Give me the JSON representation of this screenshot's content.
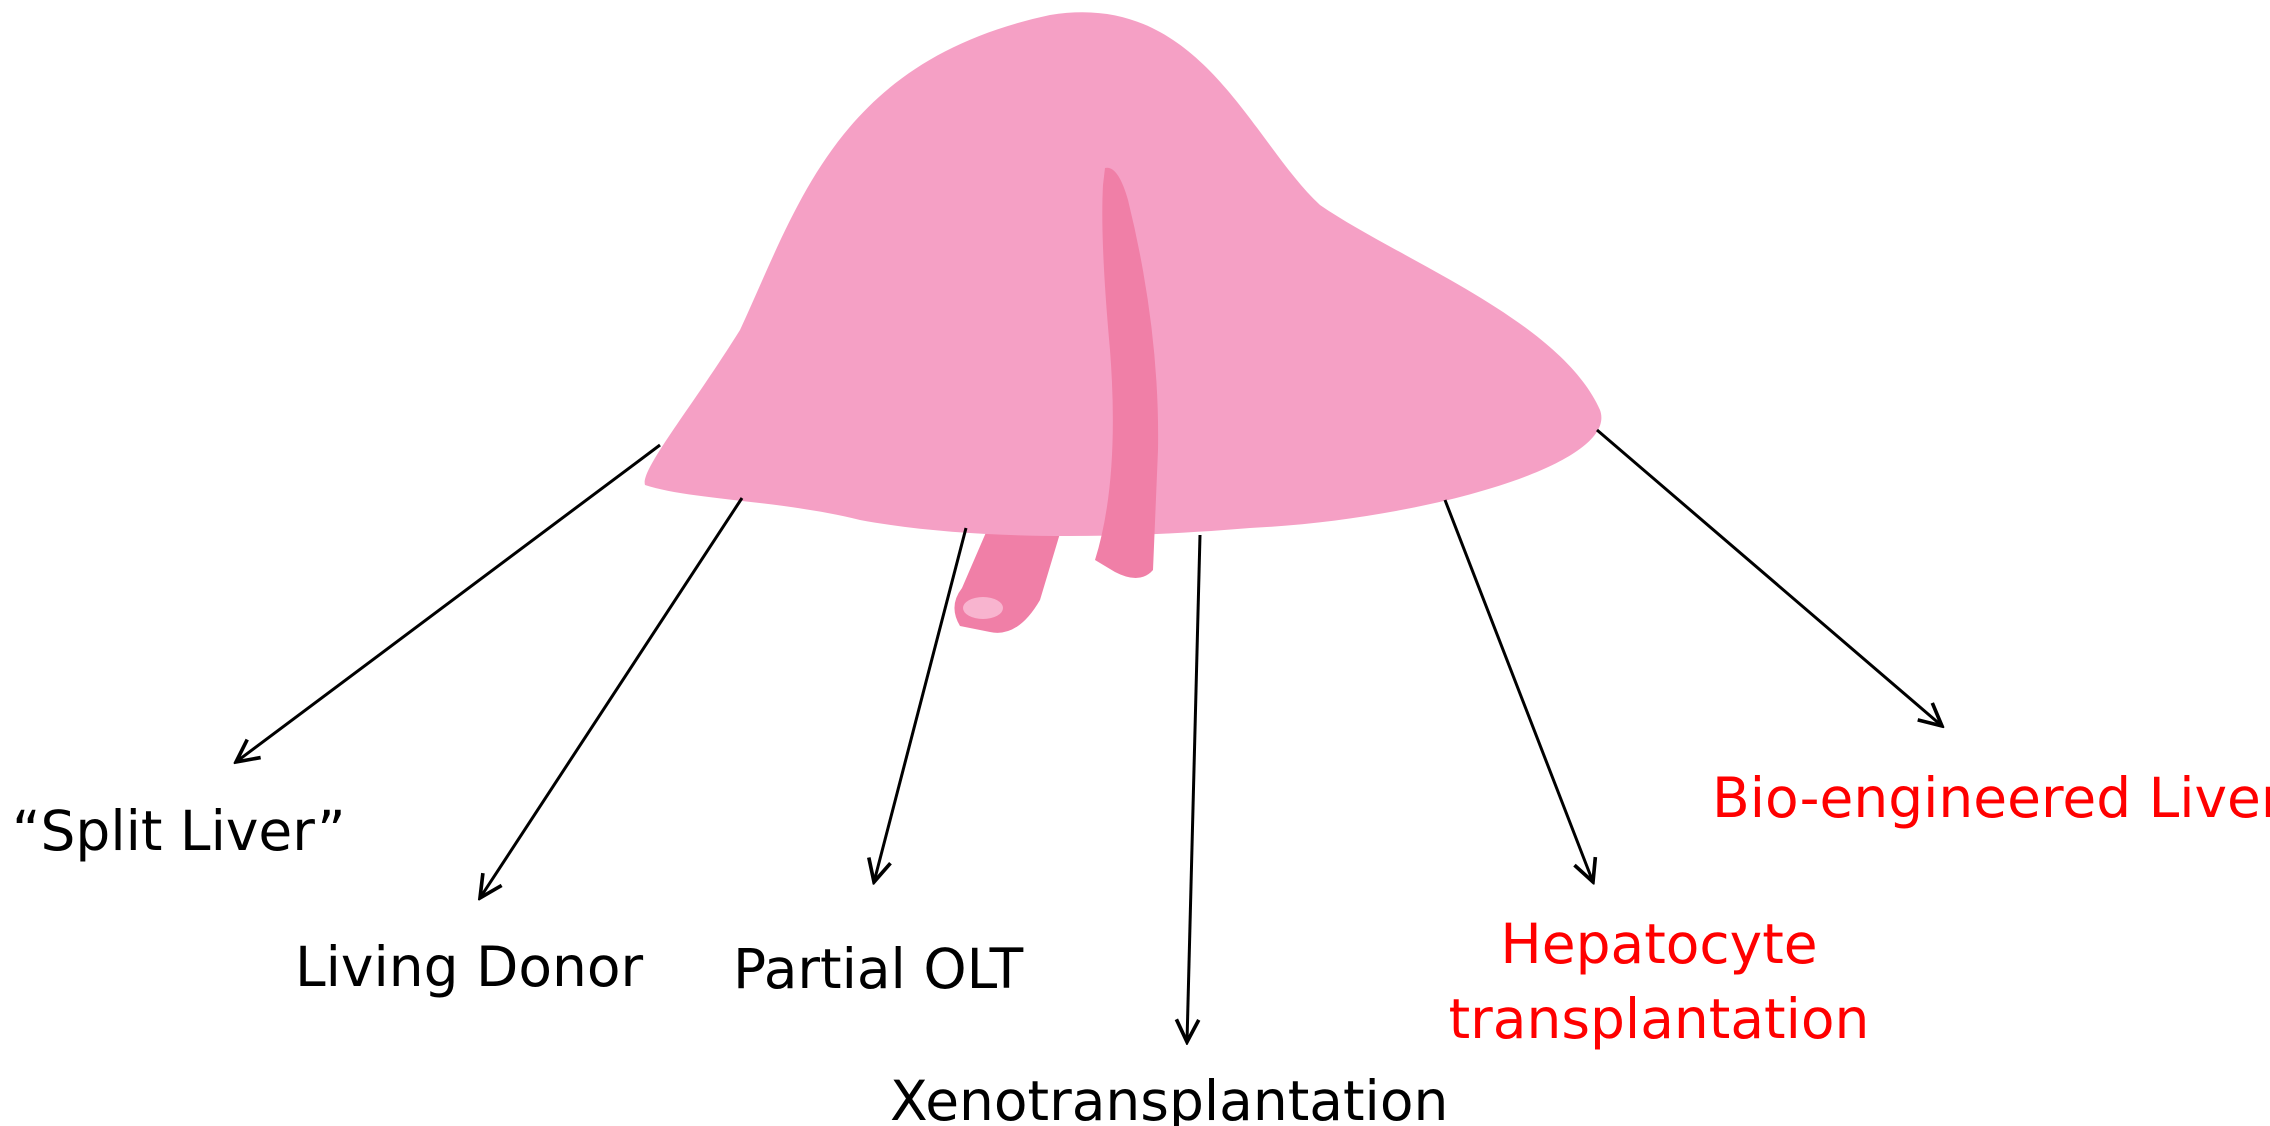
{
  "colors": {
    "liver_fill": "#f5a0c5",
    "vessel_fill": "#f07fa7",
    "vessel_highlight": "#f8b4cf",
    "arrow_stroke": "#000000",
    "label_black": "#000000",
    "label_red": "#ff0000"
  },
  "labels": {
    "split_liver": "“Split Liver”",
    "living_donor": "Living Donor",
    "partial_olt": "Partial OLT",
    "xenotransplantation": "Xenotransplantation",
    "hepatocyte_line1": "Hepatocyte",
    "hepatocyte_line2": "transplantation",
    "bio_engineered": "Bio-engineered Liver"
  }
}
